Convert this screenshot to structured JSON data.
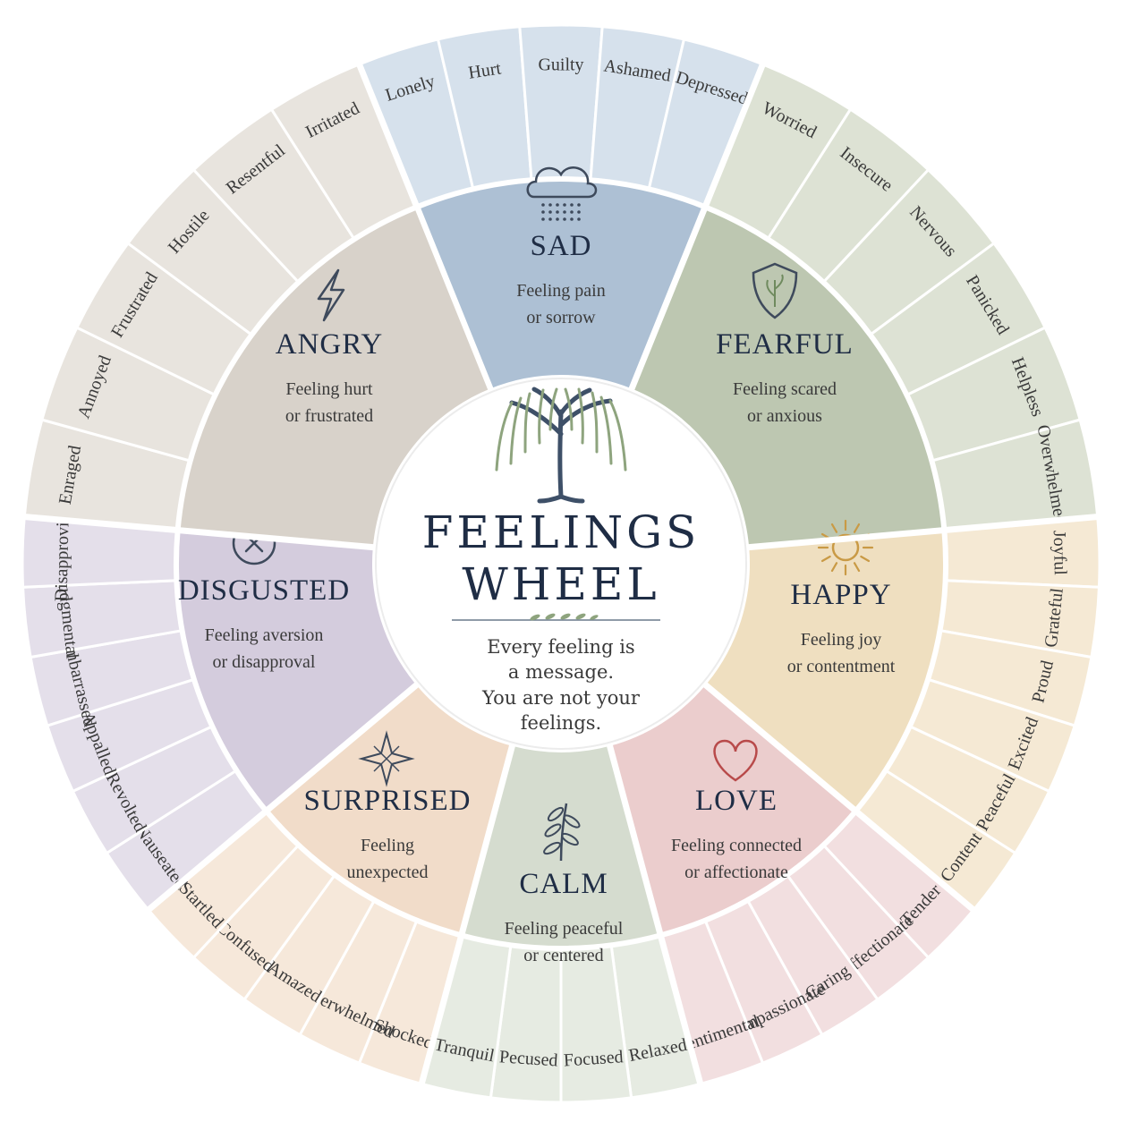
{
  "title": [
    "FEELINGS",
    "WHEEL"
  ],
  "tagline": [
    "Every feeling is",
    "a message.",
    "You are not your",
    "feelings."
  ],
  "emotions": [
    {
      "id": "sad",
      "name": "SAD",
      "desc": [
        "Feeling pain",
        "or sorrow"
      ],
      "icon": "rain-cloud-icon",
      "inner": "#adc0d4",
      "outer": "#d6e1ec",
      "words": [
        "Lonely",
        "Hurt",
        "Guilty",
        "Ashamed",
        "Depressed"
      ]
    },
    {
      "id": "fearful",
      "name": "FEARFUL",
      "desc": [
        "Feeling scared",
        "or anxious"
      ],
      "icon": "shield-leaf-icon",
      "inner": "#bdc7b1",
      "outer": "#dde2d4",
      "words": [
        "Worried",
        "Insecure",
        "Nervous",
        "Panicked",
        "Helpless",
        "Overwhelmed"
      ]
    },
    {
      "id": "happy",
      "name": "HAPPY",
      "desc": [
        "Feeling joy",
        "or contentment"
      ],
      "icon": "sun-icon",
      "inner": "#efdfc0",
      "outer": "#f5e9d4",
      "words": [
        "Joyful",
        "Grateful",
        "Proud",
        "Excited",
        "Peaceful",
        "Content"
      ]
    },
    {
      "id": "love",
      "name": "LOVE",
      "desc": [
        "Feeling connected",
        "or affectionate"
      ],
      "icon": "heart-icon",
      "inner": "#ebcdcd",
      "outer": "#f2dfe0",
      "words": [
        "Tender",
        "Affectionate",
        "Caring",
        "Compassionate",
        "Sentimental"
      ]
    },
    {
      "id": "calm",
      "name": "CALM",
      "desc": [
        "Feeling peaceful",
        "or centered"
      ],
      "icon": "leaf-sprig-icon",
      "inner": "#d5dccf",
      "outer": "#e6ebe2",
      "words": [
        "Relaxed",
        "Focused",
        "Pecused",
        "Tranquil"
      ]
    },
    {
      "id": "surprised",
      "name": "SURPRISED",
      "desc": [
        "Feeling",
        "unexpected"
      ],
      "icon": "sparkle-star-icon",
      "inner": "#f1dcc9",
      "outer": "#f6e8da",
      "words": [
        "Shocked",
        "Overwhelmed",
        "Amazed",
        "Confused",
        "Startled"
      ]
    },
    {
      "id": "disgusted",
      "name": "DISGUSTED",
      "desc": [
        "Feeling aversion",
        "or disapproval"
      ],
      "icon": "x-circle-icon",
      "inner": "#d4ccdd",
      "outer": "#e4dfea",
      "words": [
        "Nauseated",
        "Revolted",
        "Appalled",
        "Embarrassed",
        "Judgmental",
        "Disapproving"
      ]
    },
    {
      "id": "angry",
      "name": "ANGRY",
      "desc": [
        "Feeling hurt",
        "or frustrated"
      ],
      "icon": "lightning-bolt-icon",
      "inner": "#d8d2ca",
      "outer": "#e8e4de",
      "words": [
        "Enraged",
        "Annoyed",
        "Frustrated",
        "Hostile",
        "Resentful",
        "Irritated"
      ]
    }
  ]
}
